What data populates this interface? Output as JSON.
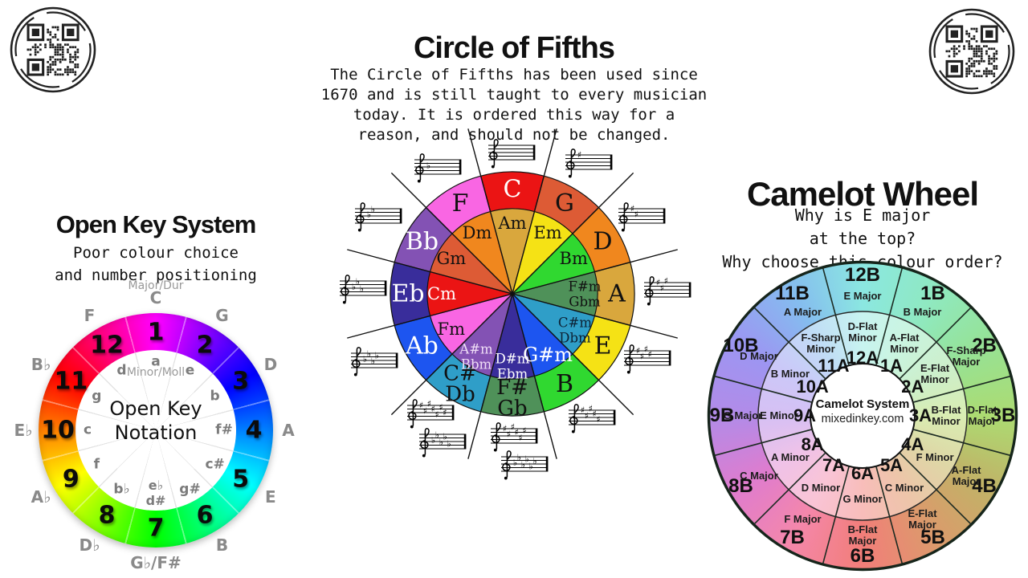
{
  "header": {
    "title": "Circle of Fifths",
    "description": "The Circle of Fifths has been used since\n1670 and is still taught to every musician\ntoday. It is ordered this way for a\nreason, and should not be changed."
  },
  "qr_codes": {
    "left": "circular-qr-code",
    "right": "circular-qr-code"
  },
  "open_key": {
    "title": "Open Key System",
    "subtitle": "Poor colour choice\nand number positioning",
    "major_label": "Major/Dur",
    "minor_label": "Minor/Moll",
    "center": "Open Key\nNotation",
    "numbers": [
      "1",
      "2",
      "3",
      "4",
      "5",
      "6",
      "7",
      "8",
      "9",
      "10",
      "11",
      "12"
    ],
    "outer_keys": [
      "C",
      "G",
      "D",
      "A",
      "E",
      "B",
      "G♭/F#",
      "D♭",
      "A♭",
      "E♭",
      "B♭",
      "F"
    ],
    "inner_keys": [
      "a",
      "e",
      "b",
      "f#",
      "c#",
      "g#",
      "e♭\nd#",
      "b♭",
      "f",
      "c",
      "g",
      "d"
    ],
    "ring_colors": [
      "#FF00FF",
      "#8000FF",
      "#0000FF",
      "#0080FF",
      "#00FFFF",
      "#00FF80",
      "#00FF00",
      "#80FF00",
      "#FFFF00",
      "#FF8000",
      "#FF0000",
      "#FF0080"
    ]
  },
  "circle_of_fifths": {
    "segments": [
      {
        "major": "C",
        "minor": "Am",
        "color": "#EB1414",
        "minor_color": "#D9A73D",
        "major_text": "#FFFFFF",
        "minor_text": "#111111"
      },
      {
        "major": "G",
        "minor": "Em",
        "color": "#DD5B35",
        "minor_color": "#F5E215",
        "major_text": "#111111",
        "minor_text": "#111111"
      },
      {
        "major": "D",
        "minor": "Bm",
        "color": "#F0871E",
        "minor_color": "#30D830",
        "major_text": "#111111",
        "minor_text": "#111111"
      },
      {
        "major": "A",
        "minor": "F#m\nGbm",
        "color": "#D9A73D",
        "minor_color": "#4F9159",
        "major_text": "#111111",
        "minor_text": "#111111"
      },
      {
        "major": "E",
        "minor": "C#m\nDbm",
        "color": "#F5E215",
        "minor_color": "#2F9EC8",
        "major_text": "#111111",
        "minor_text": "#0d2235"
      },
      {
        "major": "B",
        "minor": "G#m",
        "color": "#30D830",
        "minor_color": "#1D55F0",
        "major_text": "#111111",
        "minor_text": "#FFFFFF"
      },
      {
        "major": "F#\nGb",
        "minor": "D#m\nEbm",
        "color": "#4F9159",
        "minor_color": "#392D9B",
        "major_text": "#111111",
        "minor_text": "#FFFFFF"
      },
      {
        "major": "C#\nDb",
        "minor": "A#m\nBbm",
        "color": "#2F9EC8",
        "minor_color": "#8352B4",
        "major_text": "#111111",
        "minor_text": "#EFDDF6"
      },
      {
        "major": "Ab",
        "minor": "Fm",
        "color": "#1D55F0",
        "minor_color": "#F966E3",
        "major_text": "#FFFFFF",
        "minor_text": "#111111"
      },
      {
        "major": "Eb",
        "minor": "Cm",
        "color": "#392D9B",
        "minor_color": "#EB1414",
        "major_text": "#FFFFFF",
        "minor_text": "#FFFFFF"
      },
      {
        "major": "Bb",
        "minor": "Gm",
        "color": "#8352B4",
        "minor_color": "#DD5B35",
        "major_text": "#FFFFFF",
        "minor_text": "#111111"
      },
      {
        "major": "F",
        "minor": "Dm",
        "color": "#F966E3",
        "minor_color": "#F0871E",
        "major_text": "#111111",
        "minor_text": "#111111"
      }
    ],
    "key_signatures": [
      {
        "key": "C",
        "accidental": "sharp",
        "count": 0
      },
      {
        "key": "G",
        "accidental": "sharp",
        "count": 1
      },
      {
        "key": "D",
        "accidental": "sharp",
        "count": 2
      },
      {
        "key": "A",
        "accidental": "sharp",
        "count": 3
      },
      {
        "key": "E",
        "accidental": "sharp",
        "count": 4
      },
      {
        "key": "B",
        "accidental": "sharp",
        "count": 5
      },
      {
        "key": "F#",
        "accidental": "sharp",
        "count": 6
      },
      {
        "key": "Gb",
        "accidental": "flat",
        "count": 6
      },
      {
        "key": "C#",
        "accidental": "sharp",
        "count": 7
      },
      {
        "key": "Db",
        "accidental": "flat",
        "count": 5
      },
      {
        "key": "Ab",
        "accidental": "flat",
        "count": 4
      },
      {
        "key": "Eb",
        "accidental": "flat",
        "count": 3
      },
      {
        "key": "Bb",
        "accidental": "flat",
        "count": 2
      },
      {
        "key": "F",
        "accidental": "flat",
        "count": 1
      }
    ]
  },
  "camelot": {
    "title": "Camelot Wheel",
    "subtitle": "Why is E major\nat the top?\nWhy choose this colour order?",
    "center_title": "Camelot System",
    "center_site": "mixedinkey.com",
    "segments": [
      {
        "outer_code": "12B",
        "outer_key": "E Major",
        "inner_code": "12A",
        "inner_key": "D-Flat Minor",
        "outer_color": "#8BE7E1",
        "inner_color": "#C8F4F0"
      },
      {
        "outer_code": "1B",
        "outer_key": "B Major",
        "inner_code": "1A",
        "inner_key": "A-Flat Minor",
        "outer_color": "#8FE9C1",
        "inner_color": "#CAF4DF"
      },
      {
        "outer_code": "2B",
        "outer_key": "F-Sharp Major",
        "inner_code": "2A",
        "inner_key": "E-Flat Minor",
        "outer_color": "#96E295",
        "inner_color": "#CCEFCB"
      },
      {
        "outer_code": "3B",
        "outer_key": "D-Flat Major",
        "inner_code": "3A",
        "inner_key": "B-Flat Minor",
        "outer_color": "#ACDB72",
        "inner_color": "#D9EDB2"
      },
      {
        "outer_code": "4B",
        "outer_key": "A-Flat Major",
        "inner_code": "4A",
        "inner_key": "F Minor",
        "outer_color": "#C1B267",
        "inner_color": "#DED7A6"
      },
      {
        "outer_code": "5B",
        "outer_key": "E-Flat Major",
        "inner_code": "5A",
        "inner_key": "C Minor",
        "outer_color": "#DC9A6C",
        "inner_color": "#EDC5A9"
      },
      {
        "outer_code": "6B",
        "outer_key": "B-Flat Major",
        "inner_code": "6A",
        "inner_key": "G Minor",
        "outer_color": "#F27E79",
        "inner_color": "#F8BDBA"
      },
      {
        "outer_code": "7B",
        "outer_key": "F Major",
        "inner_code": "7A",
        "inner_key": "D Minor",
        "outer_color": "#F487AB",
        "inner_color": "#F9C4D6"
      },
      {
        "outer_code": "8B",
        "outer_key": "C Major",
        "inner_code": "8A",
        "inner_key": "A Minor",
        "outer_color": "#DF7CCE",
        "inner_color": "#EFC2E8"
      },
      {
        "outer_code": "9B",
        "outer_key": "G Major",
        "inner_code": "9A",
        "inner_key": "E Minor",
        "outer_color": "#B28BE8",
        "inner_color": "#D6C0F4"
      },
      {
        "outer_code": "10B",
        "outer_key": "D Major",
        "inner_code": "10A",
        "inner_key": "B Minor",
        "outer_color": "#9C96F2",
        "inner_color": "#CBC8F8"
      },
      {
        "outer_code": "11B",
        "outer_key": "A Major",
        "inner_code": "11A",
        "inner_key": "F-Sharp Minor",
        "outer_color": "#85BCEF",
        "inner_color": "#C0DDF6"
      }
    ]
  }
}
